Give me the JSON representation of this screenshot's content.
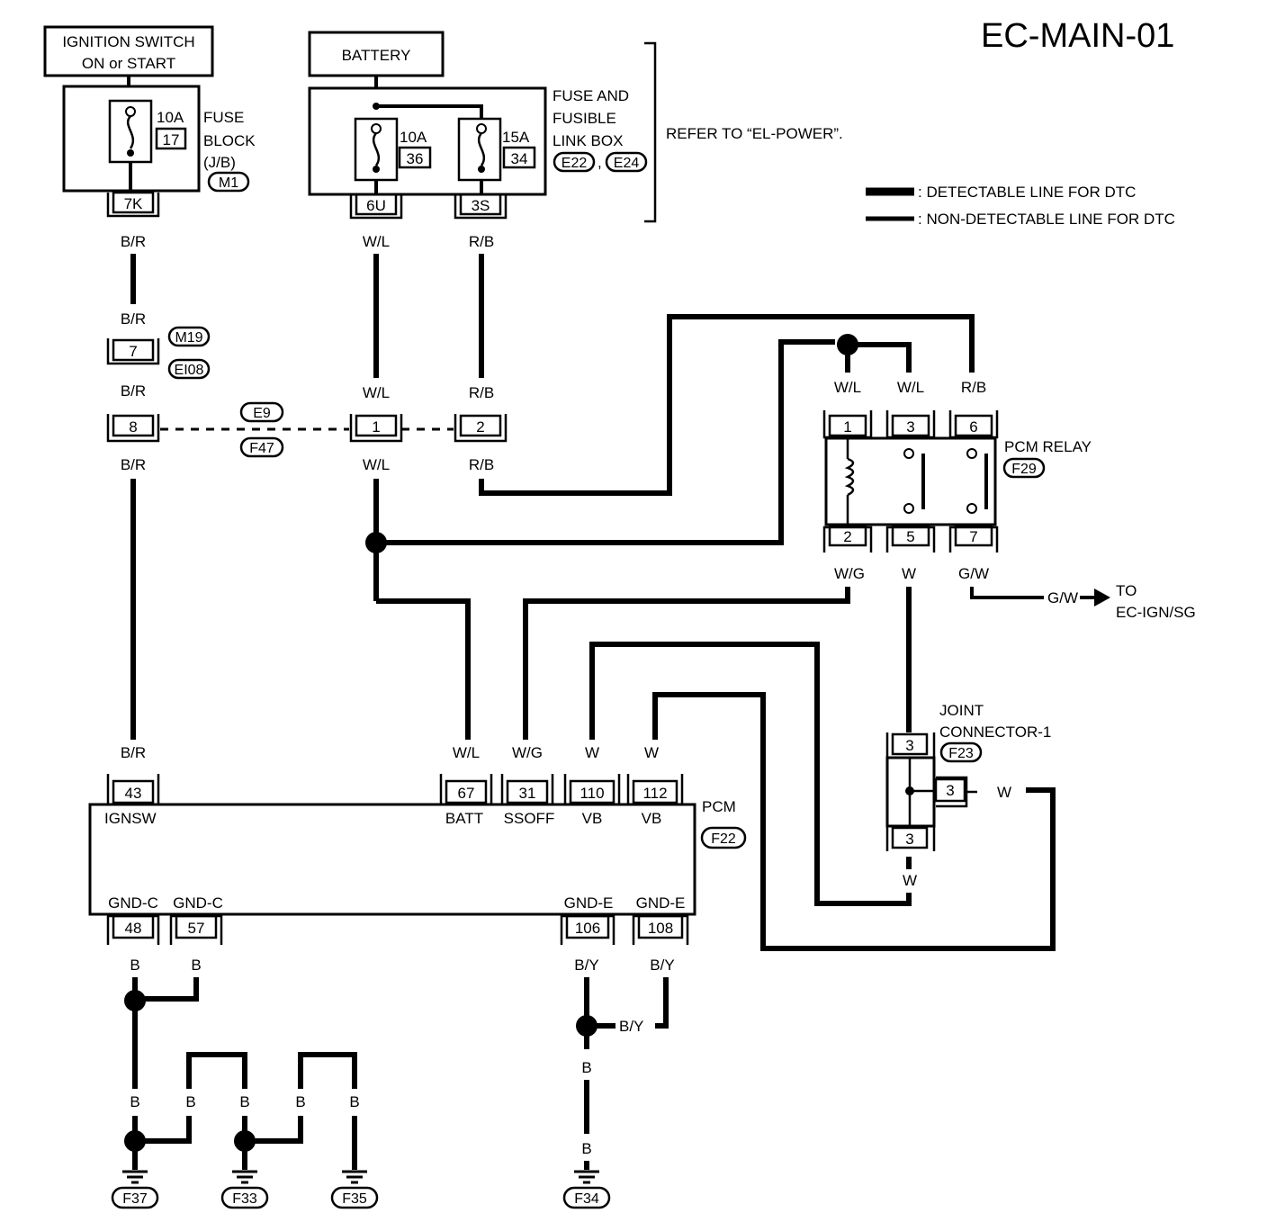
{
  "page_title": "EC-MAIN-01",
  "legend": {
    "detectable": ": DETECTABLE LINE FOR DTC",
    "non_detectable": ": NON-DETECTABLE LINE FOR DTC"
  },
  "ignition": {
    "line1": "IGNITION SWITCH",
    "line2": "ON or START"
  },
  "battery": {
    "label": "BATTERY"
  },
  "fuse_block": {
    "rating": "10A",
    "number": "17",
    "label1": "FUSE",
    "label2": "BLOCK",
    "label3": "(J/B)",
    "connector_ref": "M1",
    "terminal": "7K"
  },
  "fusible_link_box": {
    "label1": "FUSE AND",
    "label2": "FUSIBLE",
    "label3": "LINK BOX",
    "ref1": "E22",
    "ref_sep": ",",
    "ref2": "E24",
    "fuse1_rating": "10A",
    "fuse1_number": "36",
    "fuse1_terminal": "6U",
    "fuse2_rating": "15A",
    "fuse2_number": "34",
    "fuse2_terminal": "3S"
  },
  "refer_text": "REFER TO “EL-POWER”.",
  "connectors": {
    "m19": "M19",
    "ei08": "EI08",
    "pin7": "7",
    "e9": "E9",
    "f47": "F47",
    "pin8": "8",
    "pin1": "1",
    "pin2": "2"
  },
  "pcm_relay": {
    "label": "PCM RELAY",
    "ref": "F29",
    "pins_top": [
      "1",
      "3",
      "6"
    ],
    "pins_bottom": [
      "2",
      "5",
      "7"
    ],
    "wires_top": [
      "W/L",
      "W/L",
      "R/B"
    ],
    "wires_bottom": [
      "W/G",
      "W",
      "G/W"
    ]
  },
  "to_ign": {
    "wire": "G/W",
    "line1": "TO",
    "line2": "EC-IGN/SG"
  },
  "joint_connector": {
    "line1": "JOINT",
    "line2": "CONNECTOR-1",
    "ref": "F23",
    "pin_top": "3",
    "pin_side": "3",
    "pin_bottom": "3",
    "wire_side": "W",
    "wire_bottom": "W"
  },
  "pcm": {
    "label": "PCM",
    "ref": "F22",
    "top_pins": [
      "43",
      "67",
      "31",
      "110",
      "112"
    ],
    "top_labels": [
      "IGNSW",
      "BATT",
      "SSOFF",
      "VB",
      "VB"
    ],
    "top_wires": [
      "B/R",
      "W/L",
      "W/G",
      "W",
      "W"
    ],
    "bottom_pins": [
      "48",
      "57",
      "106",
      "108"
    ],
    "bottom_labels": [
      "GND-C",
      "GND-C",
      "GND-E",
      "GND-E"
    ],
    "bottom_wires": [
      "B",
      "B",
      "B/Y",
      "B/Y"
    ]
  },
  "wires": {
    "br": "B/R",
    "wl": "W/L",
    "rb": "R/B",
    "b": "B",
    "by": "B/Y"
  },
  "grounds": [
    "F37",
    "F33",
    "F35",
    "F34"
  ]
}
